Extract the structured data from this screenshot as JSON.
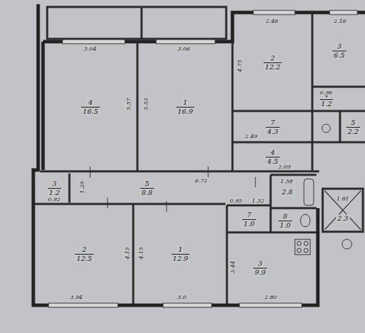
{
  "diagram": {
    "nodes": [
      {
        "text": [
          "4",
          "16.5"
        ]
      },
      {
        "text": [
          "1",
          "16.9"
        ]
      },
      {
        "text": [
          "2",
          "12.2"
        ]
      },
      {
        "text": [
          "3",
          "6.5"
        ]
      },
      {
        "text": [
          "7",
          "4.3"
        ]
      },
      {
        "text": [
          "4",
          "1.2"
        ]
      },
      {
        "text": [
          "5",
          "2.2"
        ]
      },
      {
        "text": [
          "4",
          "4.5"
        ]
      },
      {
        "text": [
          "3",
          "1.2"
        ]
      },
      {
        "text": [
          "5",
          "8.8"
        ]
      },
      {
        "text": [
          "2.8"
        ]
      },
      {
        "text": [
          "8",
          "1.0"
        ]
      },
      {
        "text": [
          "7",
          "1.0"
        ]
      },
      {
        "text": [
          "2",
          "12.5"
        ]
      },
      {
        "text": [
          "1",
          "12.9"
        ]
      },
      {
        "text": [
          "3",
          "9.9"
        ]
      },
      {
        "text": [
          "2.3"
        ]
      }
    ],
    "labels": [
      "3.04",
      "3.06",
      "5.57",
      "5.53",
      "2.46",
      "4.75",
      "2.16",
      "2.49",
      "0.96",
      "2.09",
      "1.29",
      "0.92",
      "6.72",
      "0.95",
      "1.32",
      "1.58",
      "4.15",
      "4.15",
      "3.44",
      "3.94",
      "3.0",
      "2.80",
      "1.81"
    ]
  }
}
